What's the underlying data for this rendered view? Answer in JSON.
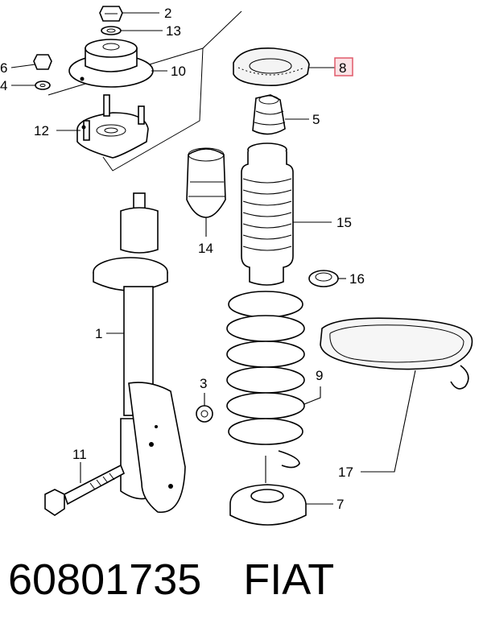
{
  "diagram": {
    "callouts": [
      {
        "id": "2",
        "text": "2"
      },
      {
        "id": "13",
        "text": "13"
      },
      {
        "id": "6",
        "text": "6"
      },
      {
        "id": "4",
        "text": "4"
      },
      {
        "id": "10",
        "text": "10"
      },
      {
        "id": "12",
        "text": "12"
      },
      {
        "id": "8",
        "text": "8",
        "highlighted": true
      },
      {
        "id": "5",
        "text": "5"
      },
      {
        "id": "14",
        "text": "14"
      },
      {
        "id": "15",
        "text": "15"
      },
      {
        "id": "16",
        "text": "16"
      },
      {
        "id": "1",
        "text": "1"
      },
      {
        "id": "3",
        "text": "3"
      },
      {
        "id": "9",
        "text": "9"
      },
      {
        "id": "11",
        "text": "11"
      },
      {
        "id": "17",
        "text": "17"
      },
      {
        "id": "7",
        "text": "7"
      }
    ],
    "highlight_color": "#e05a6a"
  },
  "caption": {
    "part_number": "60801735",
    "brand": "FIAT"
  }
}
